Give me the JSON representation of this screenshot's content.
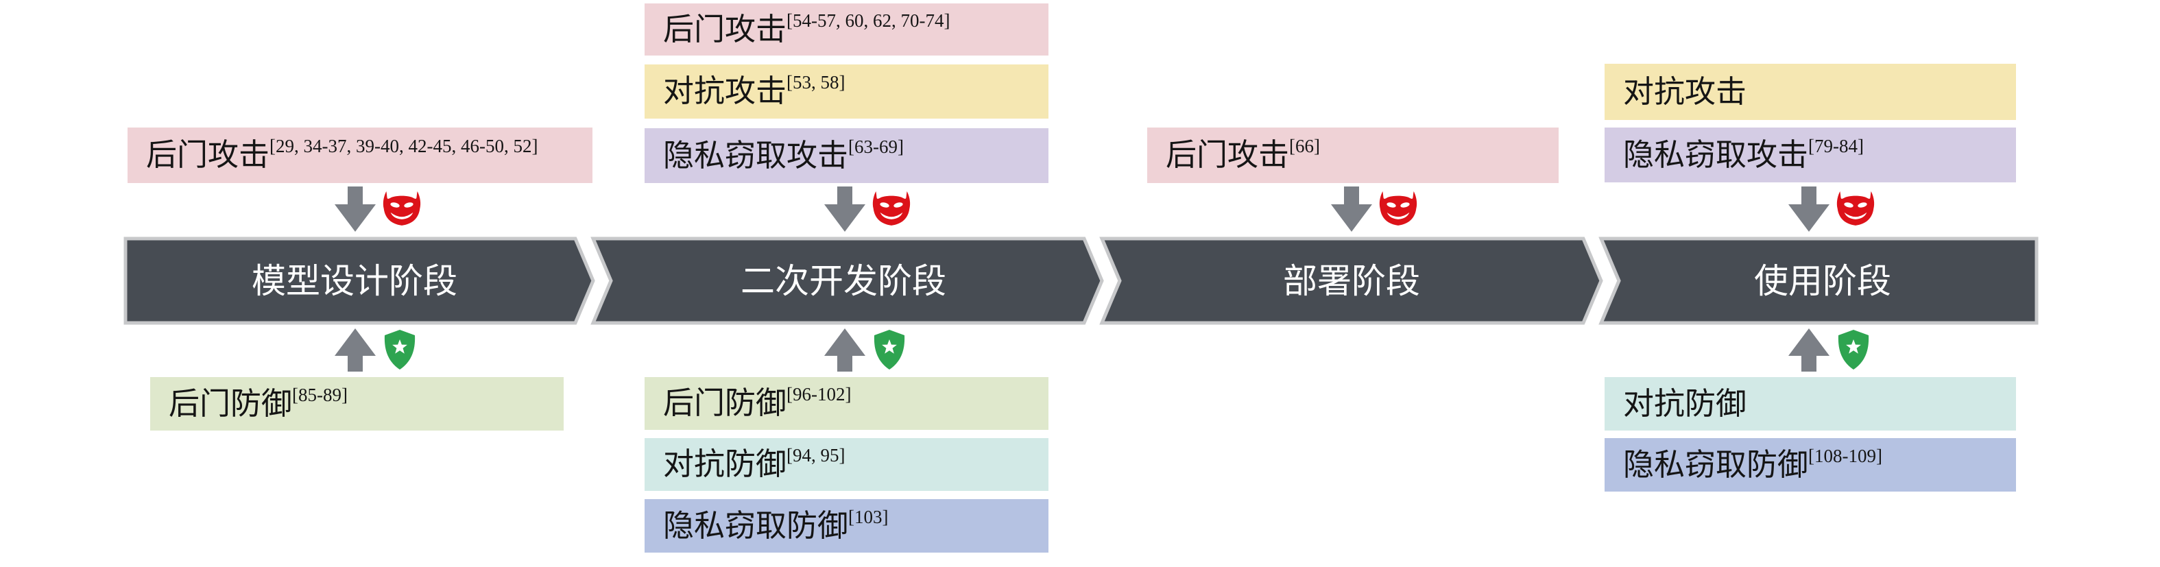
{
  "diagram": {
    "description_palette": {
      "attack_backdoor_bg": "#EFD2D6",
      "attack_adversarial_bg": "#F5E7B2",
      "attack_privacy_bg": "#D4CCE4",
      "defense_backdoor_bg": "#DFE8CC",
      "defense_adversarial_bg": "#D2E9E6",
      "defense_privacy_bg": "#B5C2E2",
      "stage_bar_fill": "#474C53",
      "stage_bar_border": "#C7C8CA",
      "arrow_gray": "#7B7F86",
      "devil_red": "#DC1219",
      "shield_green": "#2EA450"
    },
    "icons": {
      "attack_icon": "devil-icon",
      "defense_icon": "shield-icon",
      "attack_arrow": "down-arrow",
      "defense_arrow": "up-arrow"
    }
  },
  "stages": [
    "模型设计阶段",
    "二次开发阶段",
    "部署阶段",
    "使用阶段"
  ],
  "columns": [
    {
      "attacks": [
        {
          "label": "后门攻击",
          "refs": "[29, 34-37, 39-40, 42-45, 46-50, 52]"
        }
      ],
      "defenses": [
        {
          "label": "后门防御",
          "refs": "[85-89]"
        }
      ]
    },
    {
      "attacks": [
        {
          "label": "后门攻击",
          "refs": "[54-57, 60, 62, 70-74]"
        },
        {
          "label": "对抗攻击",
          "refs": "[53, 58]"
        },
        {
          "label": "隐私窃取攻击",
          "refs": "[63-69]"
        }
      ],
      "defenses": [
        {
          "label": "后门防御",
          "refs": "[96-102]"
        },
        {
          "label": "对抗防御",
          "refs": "[94, 95]"
        },
        {
          "label": "隐私窃取防御",
          "refs": "[103]"
        }
      ]
    },
    {
      "attacks": [
        {
          "label": "后门攻击",
          "refs": "[66]"
        }
      ],
      "defenses": []
    },
    {
      "attacks": [
        {
          "label": "对抗攻击",
          "refs": ""
        },
        {
          "label": "隐私窃取攻击",
          "refs": "[79-84]"
        }
      ],
      "defenses": [
        {
          "label": "对抗防御",
          "refs": ""
        },
        {
          "label": "隐私窃取防御",
          "refs": "[108-109]"
        }
      ]
    }
  ]
}
